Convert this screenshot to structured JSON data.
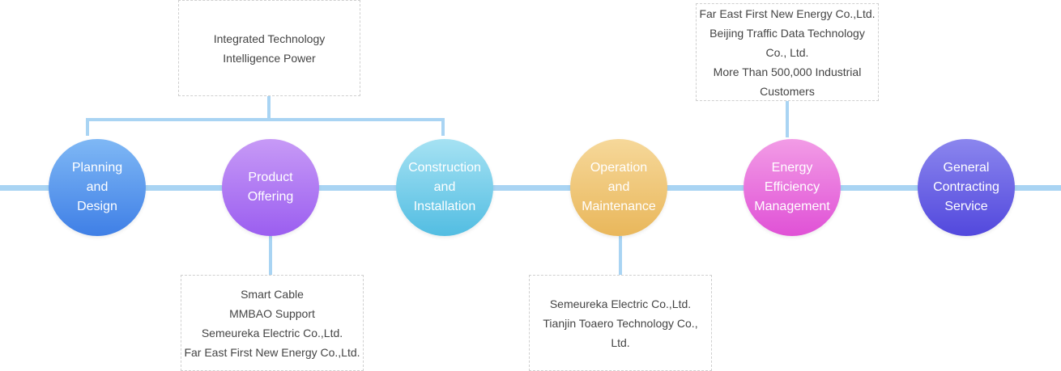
{
  "stages": [
    {
      "label": "Planning\nand\nDesign",
      "color_top": "#7fb8f5",
      "color_bottom": "#3f7fe6"
    },
    {
      "label": "Product\nOffering",
      "color_top": "#c79af6",
      "color_bottom": "#9b5ef0"
    },
    {
      "label": "Construction\nand\nInstallation",
      "color_top": "#a6e2f3",
      "color_bottom": "#52bde2"
    },
    {
      "label": "Operation\nand\nMaintenance",
      "color_top": "#f6d89a",
      "color_bottom": "#e9b75b"
    },
    {
      "label": "Energy\nEfficiency\nManagement",
      "color_top": "#f29ce6",
      "color_bottom": "#e051d6"
    },
    {
      "label": "General\nContracting\nService",
      "color_top": "#8b86ee",
      "color_bottom": "#5248dd"
    }
  ],
  "boxes": {
    "design_construction": [
      "Integrated Technology",
      "Intelligence Power"
    ],
    "product_offering": [
      "Smart Cable",
      "MMBAO Support",
      "Semeureka Electric Co.,Ltd.",
      "Far East First New Energy Co.,Ltd."
    ],
    "operation_maintenance": [
      "Semeureka Electric Co.,Ltd.",
      "Tianjin Toaero Technology Co.,",
      "Ltd."
    ],
    "energy_efficiency": [
      "Far East First New Energy Co.,Ltd.",
      "Beijing Traffic Data Technology",
      "Co., Ltd.",
      "More Than 500,000 Industrial",
      "Customers"
    ]
  },
  "colors": {
    "connector": "#a9d4f3",
    "box_border": "#cfcfcf",
    "box_text": "#444444"
  }
}
